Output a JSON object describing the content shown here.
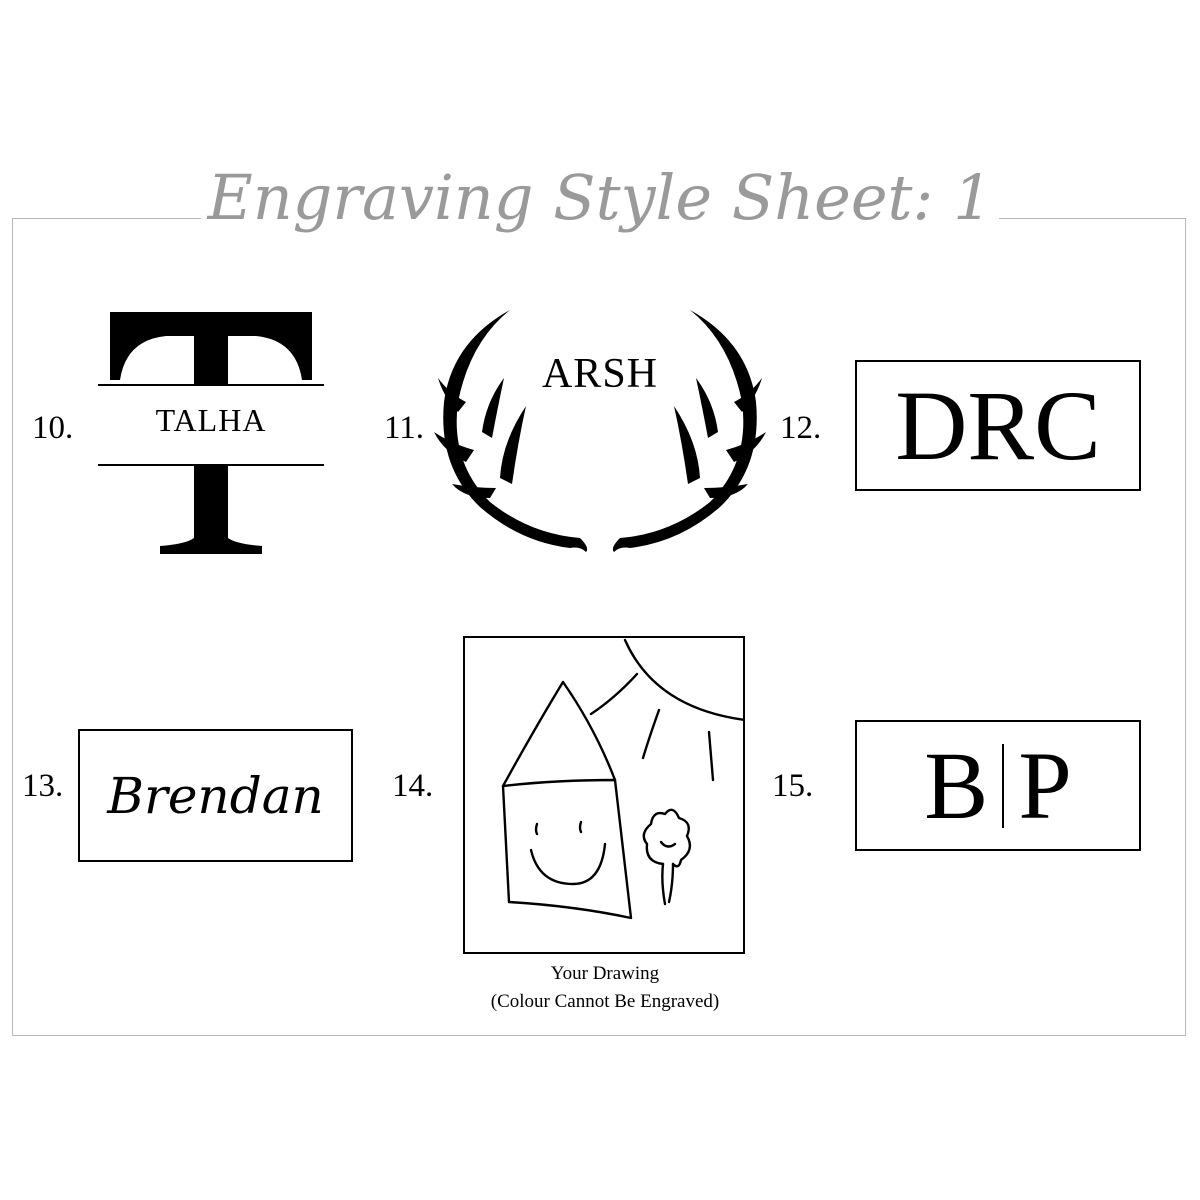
{
  "title": "Engraving Style Sheet: 1",
  "styles": [
    {
      "number": "10.",
      "text": "TALHA",
      "monogram_letter": "T"
    },
    {
      "number": "11.",
      "text": "ARSH"
    },
    {
      "number": "12.",
      "text": "DRC"
    },
    {
      "number": "13.",
      "text": "Brendan"
    },
    {
      "number": "14.",
      "caption_line1": "Your Drawing",
      "caption_line2": "(Colour Cannot Be Engraved)"
    },
    {
      "number": "15.",
      "left_letter": "B",
      "right_letter": "P"
    }
  ],
  "colors": {
    "title": "#9a9a9a",
    "ink": "#000000",
    "frame": "#b8b8b8"
  }
}
